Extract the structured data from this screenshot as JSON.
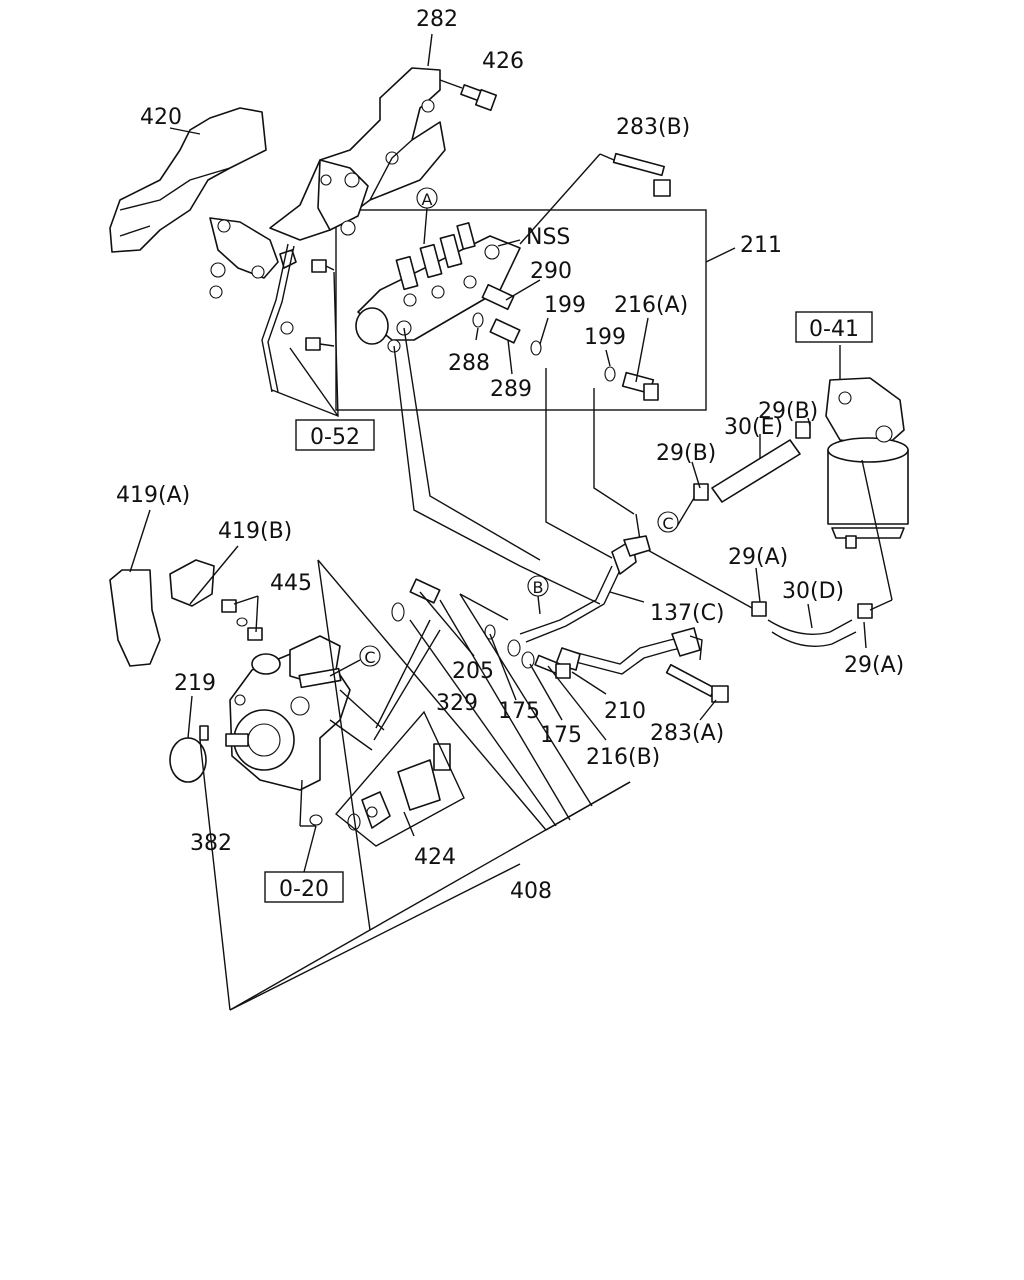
{
  "labels": {
    "p282": "282",
    "p426": "426",
    "p420": "420",
    "p283b": "283(B)",
    "p211": "211",
    "nss": "NSS",
    "p290": "290",
    "p199a": "199",
    "p216a": "216(A)",
    "p199b": "199",
    "p288": "288",
    "p289": "289",
    "ref052": "0-52",
    "ref041": "0-41",
    "p29b1": "29(B)",
    "p30e": "30(E)",
    "p29b2": "29(B)",
    "p419a": "419(A)",
    "p419b": "419(B)",
    "p445": "445",
    "p29a1": "29(A)",
    "p30d": "30(D)",
    "p137c": "137(C)",
    "p205": "205",
    "p329": "329",
    "p175a": "175",
    "p175b": "175",
    "p210": "210",
    "p283a": "283(A)",
    "p29a2": "29(A)",
    "p219": "219",
    "p216b": "216(B)",
    "p382": "382",
    "p424": "424",
    "ref020": "0-20",
    "p408": "408"
  },
  "callouts": {
    "a": "A",
    "b": "B",
    "c1": "C",
    "c2": "C"
  }
}
